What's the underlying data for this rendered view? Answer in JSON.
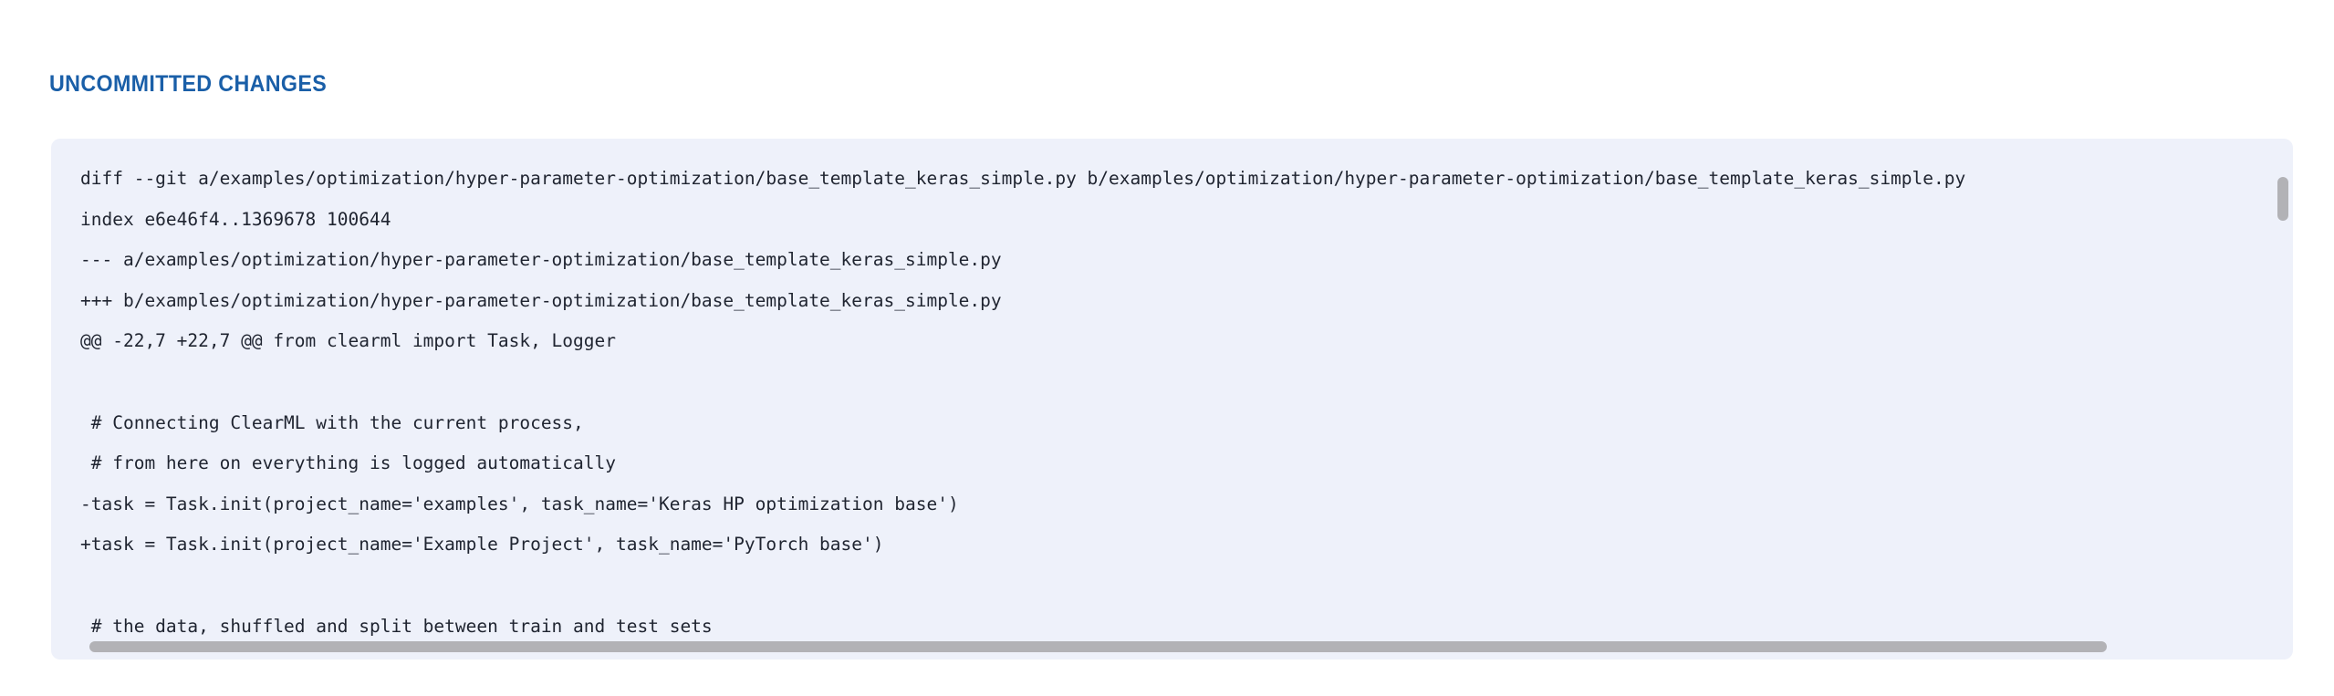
{
  "section": {
    "heading": "UNCOMMITTED CHANGES",
    "heading_color": "#1a5fa8"
  },
  "panel": {
    "background_color": "#eef1fa",
    "text_color": "#1f2430",
    "scrollbar_thumb_color": "#b2b2b6"
  },
  "diff": {
    "lines": [
      "diff --git a/examples/optimization/hyper-parameter-optimization/base_template_keras_simple.py b/examples/optimization/hyper-parameter-optimization/base_template_keras_simple.py",
      "index e6e46f4..1369678 100644",
      "--- a/examples/optimization/hyper-parameter-optimization/base_template_keras_simple.py",
      "+++ b/examples/optimization/hyper-parameter-optimization/base_template_keras_simple.py",
      "@@ -22,7 +22,7 @@ from clearml import Task, Logger",
      "",
      " # Connecting ClearML with the current process,",
      " # from here on everything is logged automatically",
      "-task = Task.init(project_name='examples', task_name='Keras HP optimization base')",
      "+task = Task.init(project_name='Example Project', task_name='PyTorch base')",
      "",
      " # the data, shuffled and split between train and test sets"
    ]
  },
  "scrollbars": {
    "vertical_label": "vertical-scrollbar",
    "horizontal_label": "horizontal-scrollbar"
  }
}
